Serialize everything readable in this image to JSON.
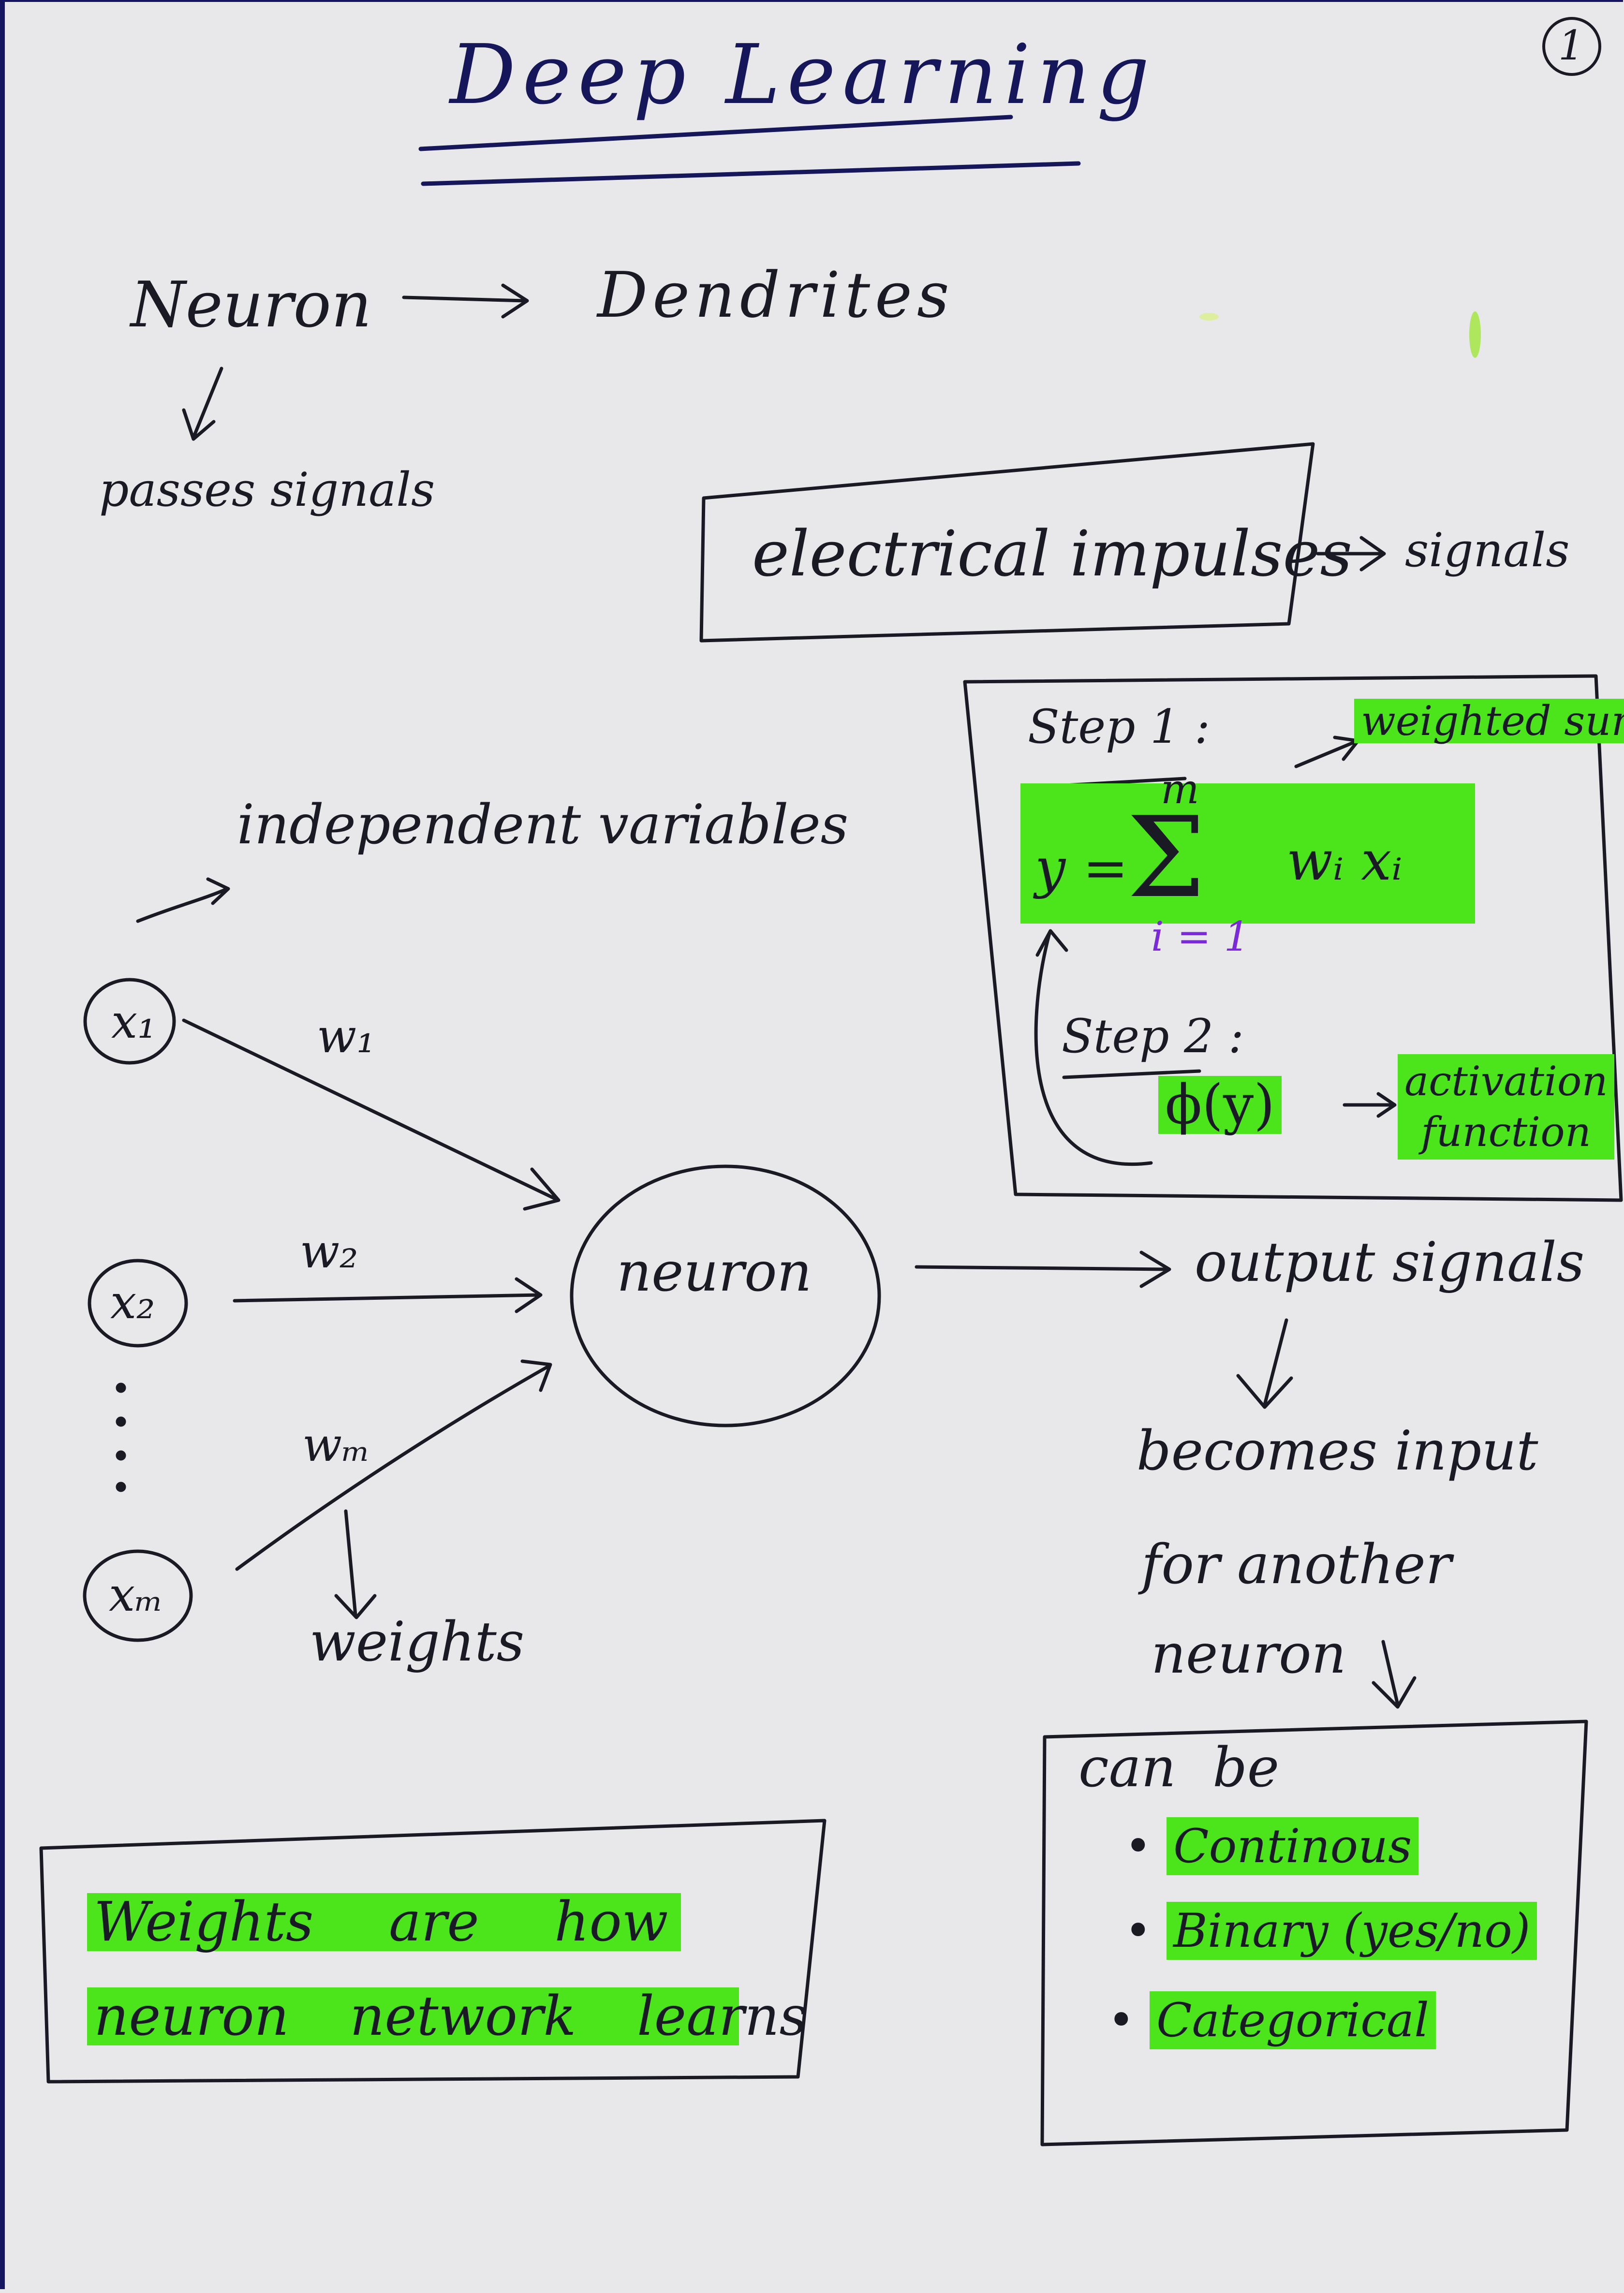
{
  "page_number": "1",
  "title": "Deep Learning",
  "top_flow": {
    "neuron": "Neuron",
    "dendrites": "Dendrites",
    "passes_signals": "passes signals",
    "electrical_impulses": "electrical impulses",
    "signals": "signals"
  },
  "steps_box": {
    "step1_label": "Step 1 :",
    "weighted_sum": "weighted sum",
    "formula_lhs": "y =",
    "sigma_top": "m",
    "sigma": "Σ",
    "sigma_bottom": "i = 1",
    "formula_rhs": "wᵢ xᵢ",
    "step2_label": "Step 2 :",
    "phi": "ϕ(y)",
    "activation_function": "activation function"
  },
  "diagram": {
    "independent_variables": "independent variables",
    "inputs": [
      "x₁",
      "x₂",
      "xₘ"
    ],
    "weights": [
      "w₁",
      "w₂",
      "wₘ"
    ],
    "neuron": "neuron",
    "weights_label": "weights",
    "output_signals": "output signals",
    "becomes_input": "becomes input",
    "for_another": "for another",
    "neuron_next": "neuron"
  },
  "weights_box": {
    "line1": "Weights are how",
    "line2": "neuron network learns"
  },
  "can_be_box": {
    "heading": "can be",
    "items": [
      "Continous",
      "Binary (yes/no)",
      "Categorical"
    ]
  },
  "colors": {
    "paper": "#e8e8eb",
    "ink": "#1a1a24",
    "title_ink": "#16165a",
    "highlight": "#4ce51c"
  }
}
